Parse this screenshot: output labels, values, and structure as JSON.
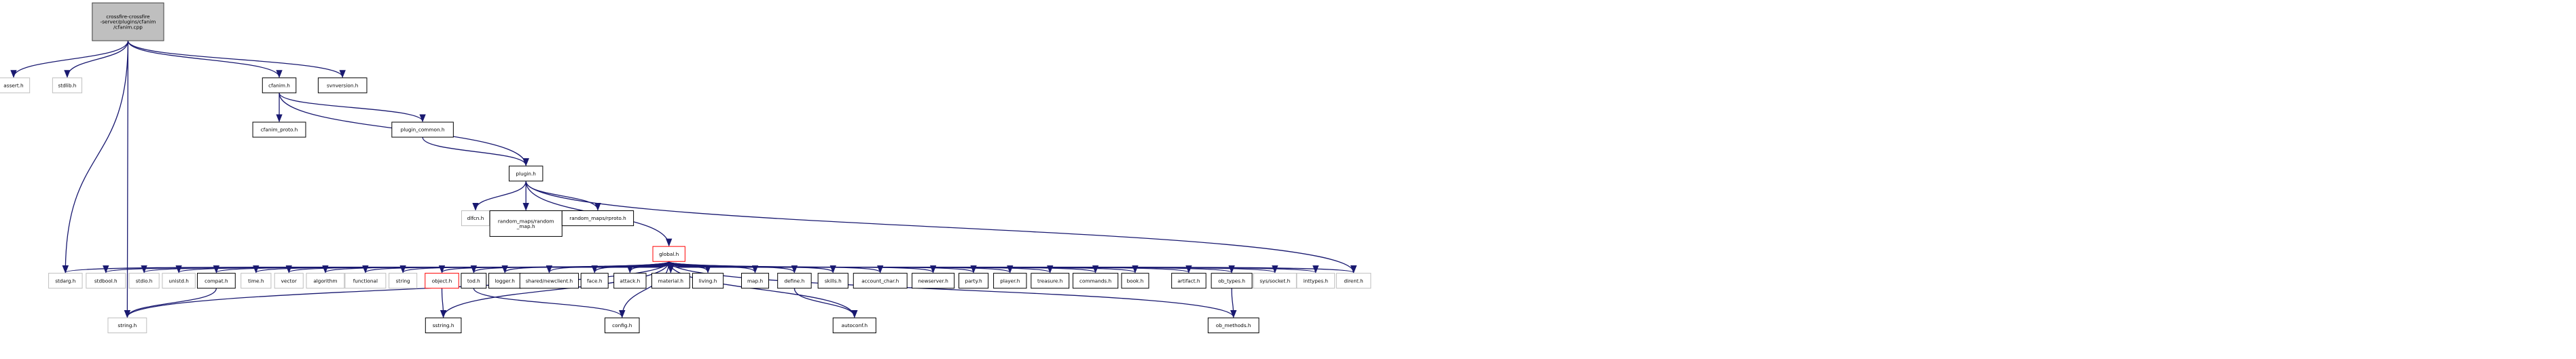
{
  "graph": {
    "root": "crossfire-crossfire-server/plugins/cfanim/cfanim.cpp",
    "colors": {
      "edge": "#191970",
      "box_border": "#000000",
      "external_border": "#bfbfbf",
      "highlight_border": "#ff0000",
      "root_fill": "#bfbfbf",
      "background": "#ffffff"
    },
    "nodes": [
      {
        "id": "root",
        "label": [
          "crossfire-crossfire",
          "-server/plugins/cfanim",
          "/cfanim.cpp"
        ],
        "style": "root"
      },
      {
        "id": "assert_h",
        "label": [
          "assert.h"
        ],
        "style": "external"
      },
      {
        "id": "stdlib_h",
        "label": [
          "stdlib.h"
        ],
        "style": "external"
      },
      {
        "id": "cfanim_h",
        "label": [
          "cfanim.h"
        ],
        "style": "normal"
      },
      {
        "id": "svnversion_h",
        "label": [
          "svnversion.h"
        ],
        "style": "normal"
      },
      {
        "id": "cfanim_proto_h",
        "label": [
          "cfanim_proto.h"
        ],
        "style": "normal"
      },
      {
        "id": "plugin_common_h",
        "label": [
          "plugin_common.h"
        ],
        "style": "normal"
      },
      {
        "id": "plugin_h",
        "label": [
          "plugin.h"
        ],
        "style": "normal"
      },
      {
        "id": "dlfcn_h",
        "label": [
          "dlfcn.h"
        ],
        "style": "external"
      },
      {
        "id": "random_map_h",
        "label": [
          "random_maps/random",
          "_map.h"
        ],
        "style": "normal"
      },
      {
        "id": "rproto_h",
        "label": [
          "random_maps/rproto.h"
        ],
        "style": "normal"
      },
      {
        "id": "global_h",
        "label": [
          "global.h"
        ],
        "style": "highlight"
      },
      {
        "id": "stdarg_h",
        "label": [
          "stdarg.h"
        ],
        "style": "external"
      },
      {
        "id": "stdbool_h",
        "label": [
          "stdbool.h"
        ],
        "style": "external"
      },
      {
        "id": "stdio_h",
        "label": [
          "stdio.h"
        ],
        "style": "external"
      },
      {
        "id": "unistd_h",
        "label": [
          "unistd.h"
        ],
        "style": "external"
      },
      {
        "id": "compat_h",
        "label": [
          "compat.h"
        ],
        "style": "normal"
      },
      {
        "id": "time_h",
        "label": [
          "time.h"
        ],
        "style": "external"
      },
      {
        "id": "vector",
        "label": [
          "vector"
        ],
        "style": "external"
      },
      {
        "id": "algorithm",
        "label": [
          "algorithm"
        ],
        "style": "external"
      },
      {
        "id": "functional",
        "label": [
          "functional"
        ],
        "style": "external"
      },
      {
        "id": "string",
        "label": [
          "string"
        ],
        "style": "external"
      },
      {
        "id": "object_h",
        "label": [
          "object.h"
        ],
        "style": "highlight"
      },
      {
        "id": "tod_h",
        "label": [
          "tod.h"
        ],
        "style": "normal"
      },
      {
        "id": "logger_h",
        "label": [
          "logger.h"
        ],
        "style": "normal"
      },
      {
        "id": "newclient_h",
        "label": [
          "shared/newclient.h"
        ],
        "style": "normal"
      },
      {
        "id": "face_h",
        "label": [
          "face.h"
        ],
        "style": "normal"
      },
      {
        "id": "attack_h",
        "label": [
          "attack.h"
        ],
        "style": "normal"
      },
      {
        "id": "material_h",
        "label": [
          "material.h"
        ],
        "style": "normal"
      },
      {
        "id": "living_h",
        "label": [
          "living.h"
        ],
        "style": "normal"
      },
      {
        "id": "map_h",
        "label": [
          "map.h"
        ],
        "style": "normal"
      },
      {
        "id": "define_h",
        "label": [
          "define.h"
        ],
        "style": "normal"
      },
      {
        "id": "skills_h",
        "label": [
          "skills.h"
        ],
        "style": "normal"
      },
      {
        "id": "account_char_h",
        "label": [
          "account_char.h"
        ],
        "style": "normal"
      },
      {
        "id": "newserver_h",
        "label": [
          "newserver.h"
        ],
        "style": "normal"
      },
      {
        "id": "party_h",
        "label": [
          "party.h"
        ],
        "style": "normal"
      },
      {
        "id": "player_h",
        "label": [
          "player.h"
        ],
        "style": "normal"
      },
      {
        "id": "treasure_h",
        "label": [
          "treasure.h"
        ],
        "style": "normal"
      },
      {
        "id": "commands_h",
        "label": [
          "commands.h"
        ],
        "style": "normal"
      },
      {
        "id": "book_h",
        "label": [
          "book.h"
        ],
        "style": "normal"
      },
      {
        "id": "artifact_h",
        "label": [
          "artifact.h"
        ],
        "style": "normal"
      },
      {
        "id": "ob_types_h",
        "label": [
          "ob_types.h"
        ],
        "style": "normal"
      },
      {
        "id": "sys_socket_h",
        "label": [
          "sys/socket.h"
        ],
        "style": "external"
      },
      {
        "id": "inttypes_h",
        "label": [
          "inttypes.h"
        ],
        "style": "external"
      },
      {
        "id": "dirent_h",
        "label": [
          "dirent.h"
        ],
        "style": "external"
      },
      {
        "id": "string_h",
        "label": [
          "string.h"
        ],
        "style": "external"
      },
      {
        "id": "sstring_h",
        "label": [
          "sstring.h"
        ],
        "style": "normal"
      },
      {
        "id": "config_h",
        "label": [
          "config.h"
        ],
        "style": "normal"
      },
      {
        "id": "autoconf_h",
        "label": [
          "autoconf.h"
        ],
        "style": "normal"
      },
      {
        "id": "ob_methods_h",
        "label": [
          "ob_methods.h"
        ],
        "style": "normal"
      }
    ],
    "edges": [
      [
        "root",
        "assert_h"
      ],
      [
        "root",
        "stdlib_h"
      ],
      [
        "root",
        "cfanim_h"
      ],
      [
        "root",
        "svnversion_h"
      ],
      [
        "root",
        "stdarg_h"
      ],
      [
        "root",
        "string_h"
      ],
      [
        "cfanim_h",
        "cfanim_proto_h"
      ],
      [
        "cfanim_h",
        "plugin_common_h"
      ],
      [
        "cfanim_h",
        "plugin_h"
      ],
      [
        "plugin_common_h",
        "plugin_h"
      ],
      [
        "plugin_h",
        "dlfcn_h"
      ],
      [
        "plugin_h",
        "random_map_h"
      ],
      [
        "plugin_h",
        "rproto_h"
      ],
      [
        "plugin_h",
        "global_h"
      ],
      [
        "plugin_h",
        "dirent_h"
      ],
      [
        "global_h",
        "stdarg_h"
      ],
      [
        "global_h",
        "stdbool_h"
      ],
      [
        "global_h",
        "stdio_h"
      ],
      [
        "global_h",
        "unistd_h"
      ],
      [
        "global_h",
        "compat_h"
      ],
      [
        "global_h",
        "time_h"
      ],
      [
        "global_h",
        "vector"
      ],
      [
        "global_h",
        "algorithm"
      ],
      [
        "global_h",
        "functional"
      ],
      [
        "global_h",
        "string"
      ],
      [
        "global_h",
        "object_h"
      ],
      [
        "global_h",
        "tod_h"
      ],
      [
        "global_h",
        "logger_h"
      ],
      [
        "global_h",
        "newclient_h"
      ],
      [
        "global_h",
        "face_h"
      ],
      [
        "global_h",
        "attack_h"
      ],
      [
        "global_h",
        "material_h"
      ],
      [
        "global_h",
        "living_h"
      ],
      [
        "global_h",
        "map_h"
      ],
      [
        "global_h",
        "define_h"
      ],
      [
        "global_h",
        "skills_h"
      ],
      [
        "global_h",
        "account_char_h"
      ],
      [
        "global_h",
        "newserver_h"
      ],
      [
        "global_h",
        "party_h"
      ],
      [
        "global_h",
        "player_h"
      ],
      [
        "global_h",
        "treasure_h"
      ],
      [
        "global_h",
        "commands_h"
      ],
      [
        "global_h",
        "book_h"
      ],
      [
        "global_h",
        "artifact_h"
      ],
      [
        "global_h",
        "ob_types_h"
      ],
      [
        "global_h",
        "sys_socket_h"
      ],
      [
        "global_h",
        "inttypes_h"
      ],
      [
        "global_h",
        "dirent_h"
      ],
      [
        "global_h",
        "string_h"
      ],
      [
        "global_h",
        "sstring_h"
      ],
      [
        "global_h",
        "config_h"
      ],
      [
        "global_h",
        "autoconf_h"
      ],
      [
        "global_h",
        "ob_methods_h"
      ],
      [
        "compat_h",
        "string_h"
      ],
      [
        "object_h",
        "sstring_h"
      ],
      [
        "tod_h",
        "config_h"
      ],
      [
        "define_h",
        "autoconf_h"
      ],
      [
        "ob_types_h",
        "ob_methods_h"
      ]
    ]
  }
}
